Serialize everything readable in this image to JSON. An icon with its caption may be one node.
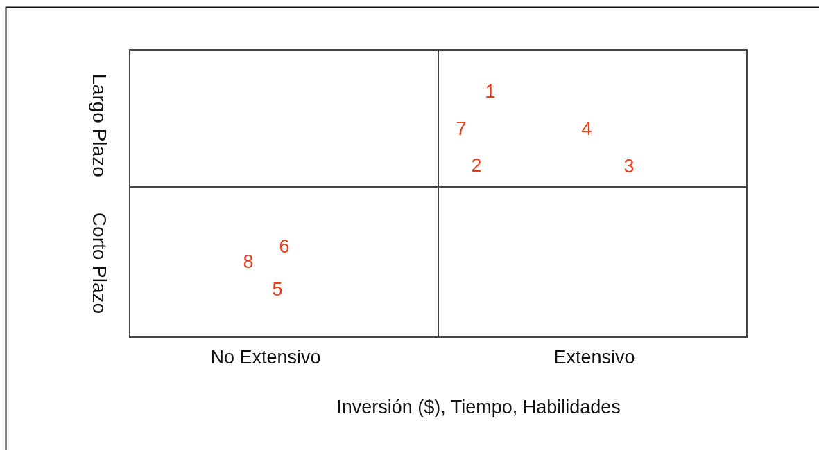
{
  "diagram": {
    "labels": [
      "Largo Plazo",
      "1",
      "7",
      "4",
      "2",
      "3",
      "Corto Plazo",
      "6",
      "8",
      "5",
      "No Extensivo",
      "Extensivo",
      "Inversión ($), Tiempo, Habilidades"
    ]
  }
}
